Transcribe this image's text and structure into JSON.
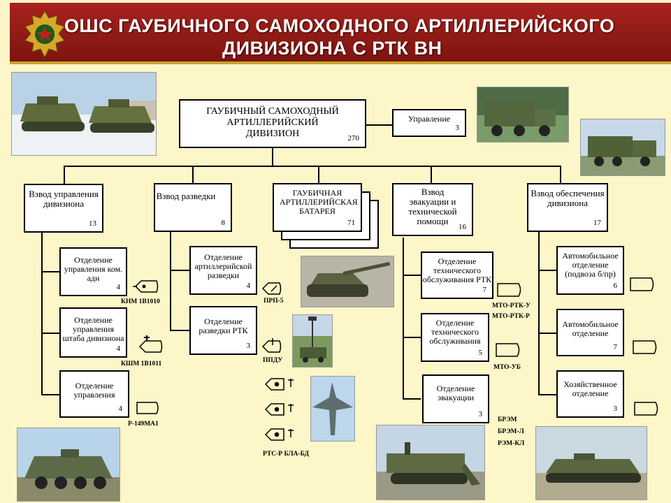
{
  "header": {
    "title_line1": "ОШС ГАУБИЧНОГО САМОХОДНОГО АРТИЛЛЕРИЙСКОГО",
    "title_line2": "ДИВИЗИОНА С РТК ВН",
    "emblem_icon": "military-emblem-icon",
    "bar_color": "#8e1b15",
    "accent_color": "#c8a52a"
  },
  "top": {
    "main_label": "ГАУБИЧНЫЙ САМОХОДНЫЙ АРТИЛЛЕРИЙСКИЙ ДИВИЗИОН",
    "main_num": "270",
    "mgmt_label": "Управление",
    "mgmt_num": "3"
  },
  "level2": [
    {
      "label": "Взвод управления дивизиона",
      "num": "13"
    },
    {
      "label": "Взвод разведки",
      "num": "8"
    },
    {
      "label": "ГАУБИЧНАЯ АРТИЛЛЕРИЙСКАЯ БАТАРЕЯ",
      "num": "71"
    },
    {
      "label": "Взвод эвакуации и технической помощи",
      "num": "16"
    },
    {
      "label": "Взвод обеспечения дивизиона",
      "num": "17"
    }
  ],
  "col1": [
    {
      "label": "Отделение управления ком. адн",
      "num": "4",
      "equip": "КНМ 1В1010"
    },
    {
      "label": "Отделение управления штаба дивизиона",
      "num": "4",
      "equip": "КШМ 1В1011"
    },
    {
      "label": "Отделение управления",
      "num": "4",
      "equip": "Р-149МА1"
    }
  ],
  "col2": [
    {
      "label": "Отделение артиллерийской разведки",
      "num": "4",
      "equip": "ПРП-5"
    },
    {
      "label": "Отделение разведки РТК",
      "num": "3",
      "equip": "ППДУ"
    }
  ],
  "col2_bottom_label": "РТС-Р  БЛА-БД",
  "col4": [
    {
      "label": "Отделение технического обслуживания РТК",
      "num": "7",
      "equip": "МТО-РТК-У"
    },
    {
      "label": "Отделение технического обслуживания",
      "num": "5",
      "equip": "МТО-УБ"
    },
    {
      "label": "Отделение эвакуации",
      "num": "3"
    }
  ],
  "col4_equip_extra": "МТО-РТК-Р",
  "col4_bottom_labels": [
    "БРЭМ",
    "БРЭМ-Л",
    "РЭМ-КЛ"
  ],
  "col5": [
    {
      "label": "Автомобильное отделение (подвоза б/пр)",
      "num": "6"
    },
    {
      "label": "Автомобильное отделение",
      "num": "7"
    },
    {
      "label": "Хозяйственное отделение",
      "num": "3"
    }
  ],
  "photos": [
    {
      "name": "photo-armored-vehicles-snow",
      "icon": "armored-vehicle-icon"
    },
    {
      "name": "photo-command-truck",
      "icon": "truck-icon"
    },
    {
      "name": "photo-military-truck",
      "icon": "truck-icon"
    },
    {
      "name": "photo-self-propelled-howitzer",
      "icon": "howitzer-icon"
    },
    {
      "name": "photo-mast-antenna-vehicle",
      "icon": "antenna-icon"
    },
    {
      "name": "photo-drone",
      "icon": "drone-icon"
    },
    {
      "name": "photo-apc",
      "icon": "apc-icon"
    },
    {
      "name": "photo-recovery-vehicle",
      "icon": "recovery-vehicle-icon"
    },
    {
      "name": "photo-tracked-vehicle",
      "icon": "tracked-vehicle-icon"
    }
  ]
}
